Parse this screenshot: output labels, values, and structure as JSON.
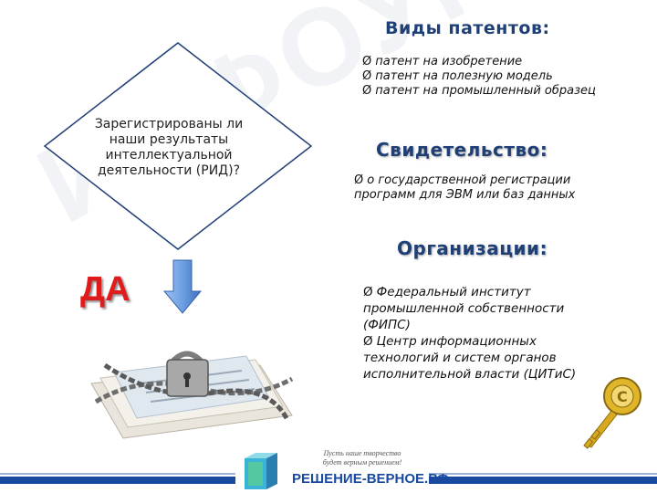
{
  "watermark": "ИНФОУРОК",
  "question": "Зарегистрированы ли наши результаты интеллектуальной деятельности (РИД)?",
  "answer": "ДА",
  "patents": {
    "title": "Виды патентов:",
    "items": [
      "патент на изобретение",
      "патент на полезную модель",
      "патент на промышленный образец"
    ]
  },
  "certificate": {
    "title": "Свидетельство:",
    "line1": "о государственной регистрации",
    "line2": "программ для ЭВМ или баз данных"
  },
  "organizations": {
    "title": "Организации:",
    "lines": [
      "Федеральный институт",
      "промышленной собственности",
      "(ФИПС)",
      "Центр информационных",
      "технологий и систем органов",
      "исполнительной власти (ЦИТиС)"
    ]
  },
  "footer": {
    "slogan_line1": "Пусть наше творчество",
    "slogan_line2": "будет верным решением!",
    "logo_text": "РЕШЕНИЕ-ВЕРНОЕ.РФ"
  },
  "bullet_glyph": "Ø",
  "colors": {
    "heading": "#1f3f77",
    "answer": "#e01b1b",
    "arrow": "#5b8fd9",
    "diamond_border": "#1f3f77",
    "footer": "#1a4aa0"
  }
}
